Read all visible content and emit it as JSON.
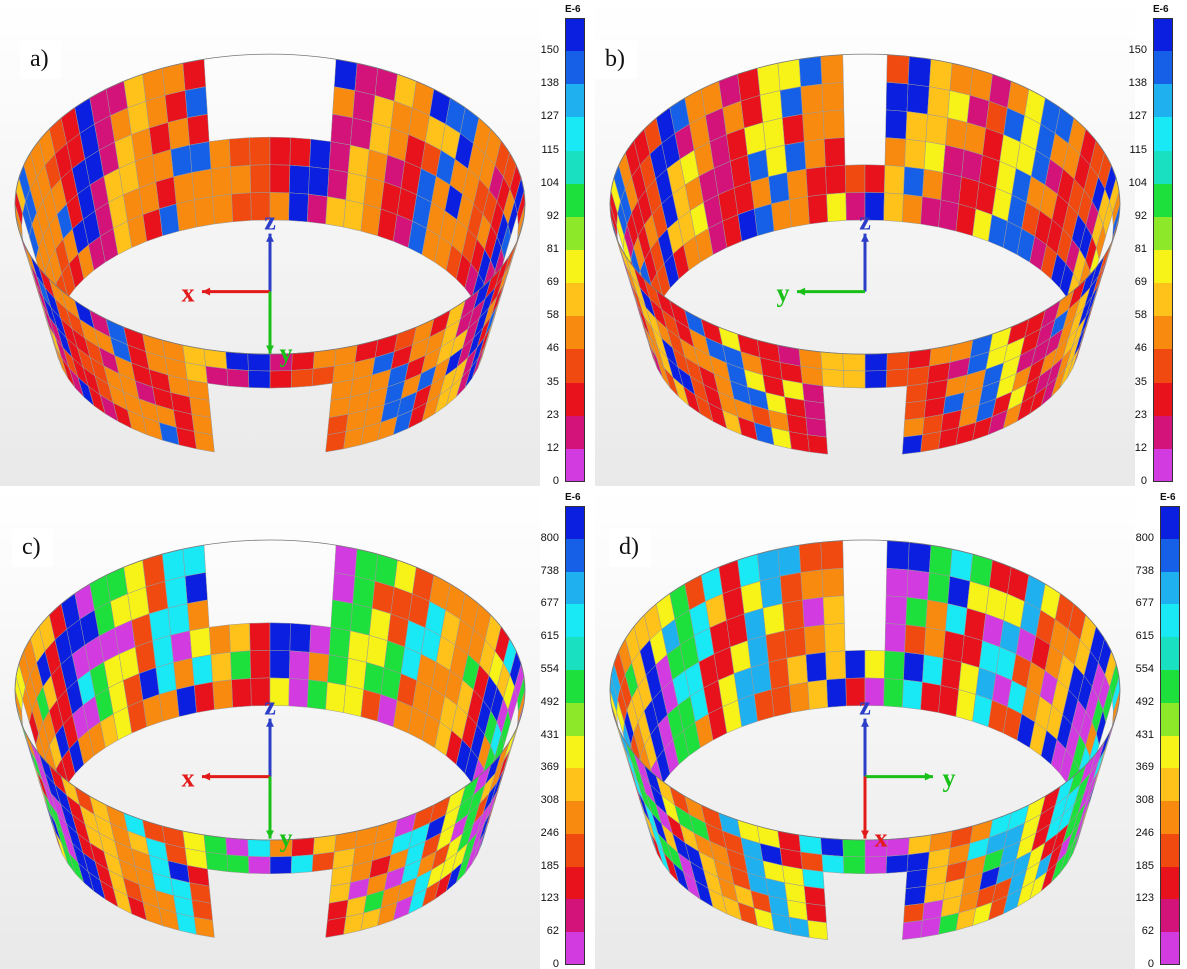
{
  "colors": {
    "violet": "#d23be0",
    "magenta": "#d3127a",
    "red": "#e8121d",
    "orange_red": "#f04a10",
    "orange": "#f88a0f",
    "yellow_orange": "#ffc21a",
    "yellow": "#f7f217",
    "lime": "#8ee82a",
    "green": "#1ee03c",
    "aqua": "#18e0c0",
    "cyan": "#19e8f5",
    "sky": "#1fb0f0",
    "blue": "#1660e8",
    "deep_blue": "#0a1fe0",
    "axis_x": "#e21a1a",
    "axis_y": "#18c018",
    "axis_z": "#2c3ec8",
    "mesh_line": "#9a9a9a"
  },
  "panels": [
    {
      "label": "a)",
      "scale_unit": "E-6",
      "scale_ticks": [
        "150",
        "138",
        "127",
        "115",
        "104",
        "92",
        "81",
        "69",
        "58",
        "46",
        "35",
        "23",
        "12",
        "0"
      ],
      "axes": {
        "up": "z",
        "left": "x",
        "down": "y"
      },
      "opening_style": "windows"
    },
    {
      "label": "b)",
      "scale_unit": "E-6",
      "scale_ticks": [
        "150",
        "138",
        "127",
        "115",
        "104",
        "92",
        "81",
        "69",
        "58",
        "46",
        "35",
        "23",
        "12",
        "0"
      ],
      "axes": {
        "up": "z",
        "left": "y"
      },
      "opening_style": "slots"
    },
    {
      "label": "c)",
      "scale_unit": "E-6",
      "scale_ticks": [
        "800",
        "738",
        "677",
        "615",
        "554",
        "492",
        "431",
        "369",
        "308",
        "246",
        "185",
        "123",
        "62",
        "0"
      ],
      "axes": {
        "up": "z",
        "left": "x",
        "down": "y"
      },
      "opening_style": "windows"
    },
    {
      "label": "d)",
      "scale_unit": "E-6",
      "scale_ticks": [
        "800",
        "738",
        "677",
        "615",
        "554",
        "492",
        "431",
        "369",
        "308",
        "246",
        "185",
        "123",
        "62",
        "0"
      ],
      "axes": {
        "up": "z",
        "right": "y",
        "down": "x"
      },
      "opening_style": "slots"
    }
  ]
}
